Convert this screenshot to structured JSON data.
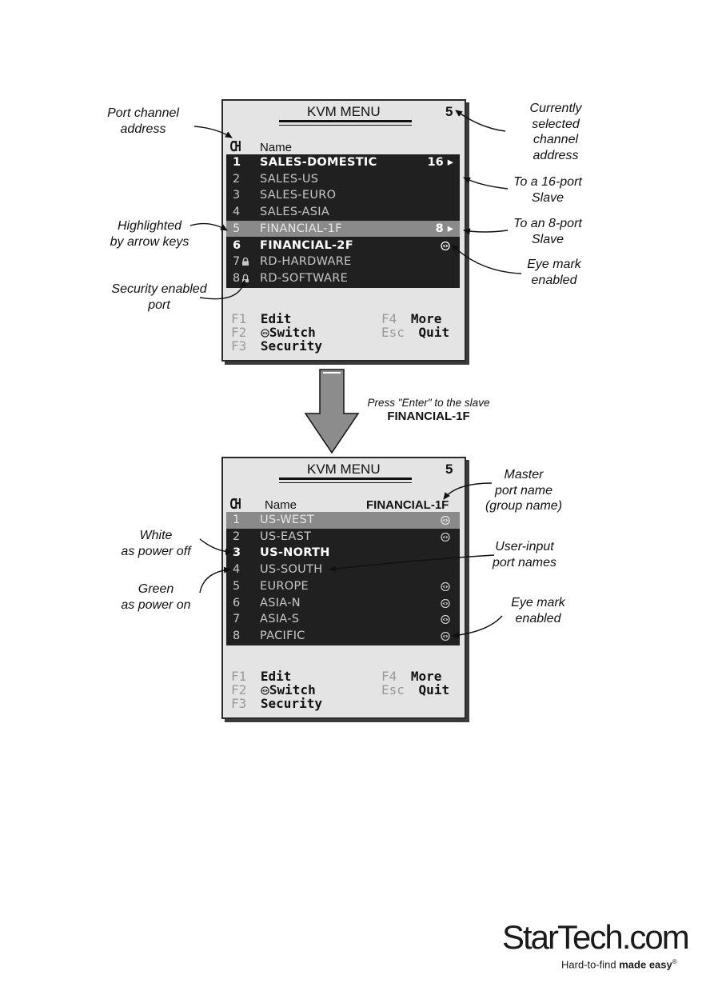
{
  "menu1": {
    "title": "KVM MENU",
    "selected": "5",
    "ch_label": "CH",
    "name_label": "Name",
    "rows": [
      {
        "num": "1",
        "name": "SALES-DOMESTIC",
        "flag": "16 ▸"
      },
      {
        "num": "2",
        "name": "SALES-US"
      },
      {
        "num": "3",
        "name": "SALES-EURO"
      },
      {
        "num": "4",
        "name": "SALES-ASIA"
      },
      {
        "num": "5",
        "name": "FINANCIAL-1F",
        "flag": "8 ▸"
      },
      {
        "num": "6",
        "name": "FINANCIAL-2F"
      },
      {
        "num": "7",
        "name": "RD-HARDWARE"
      },
      {
        "num": "8",
        "name": "RD-SOFTWARE"
      }
    ],
    "fkeys": {
      "f1": "F1",
      "f1_label": "Edit",
      "f2": "F2",
      "f2_label": "Switch",
      "f3": "F3",
      "f3_label": "Security",
      "f4": "F4",
      "f4_label": "More",
      "esc": "Esc",
      "esc_label": "Quit"
    }
  },
  "menu2": {
    "title": "KVM MENU",
    "selected": "5",
    "ch_label": "CH",
    "name_label": "Name",
    "group_name": "FINANCIAL-1F",
    "rows": [
      {
        "num": "1",
        "name": "US-WEST"
      },
      {
        "num": "2",
        "name": "US-EAST"
      },
      {
        "num": "3",
        "name": "US-NORTH"
      },
      {
        "num": "4",
        "name": "US-SOUTH"
      },
      {
        "num": "5",
        "name": "EUROPE"
      },
      {
        "num": "6",
        "name": "ASIA-N"
      },
      {
        "num": "7",
        "name": "ASIA-S"
      },
      {
        "num": "8",
        "name": "PACIFIC"
      }
    ],
    "fkeys": {
      "f1": "F1",
      "f1_label": "Edit",
      "f2": "F2",
      "f2_label": "Switch",
      "f3": "F3",
      "f3_label": "Security",
      "f4": "F4",
      "f4_label": "More",
      "esc": "Esc",
      "esc_label": "Quit"
    }
  },
  "annotations": {
    "port_channel": [
      "Port channel",
      "address"
    ],
    "currently_selected": [
      "Currently",
      "selected",
      "channel",
      "address"
    ],
    "to_16port": [
      "To a 16-port",
      "Slave"
    ],
    "highlighted": [
      "Highlighted",
      "by arrow keys"
    ],
    "to_8port": [
      "To an 8-port",
      "Slave"
    ],
    "eye_mark_1": [
      "Eye mark",
      "enabled"
    ],
    "security": [
      "Security enabled",
      "port"
    ],
    "press_enter": "Press \"Enter\" to the slave",
    "press_target": "FINANCIAL-1F",
    "master_port": [
      "Master",
      "port name",
      "(group name)"
    ],
    "white_off": [
      "White",
      "as power off"
    ],
    "user_input": [
      "User-input",
      "port names"
    ],
    "green_on": [
      "Green",
      "as power on"
    ],
    "eye_mark_2": [
      "Eye mark",
      "enabled"
    ]
  },
  "logo": {
    "brand": "StarTech.com",
    "tagline_plain": "Hard-to-find ",
    "tagline_bold": "made easy",
    "tagline_mark": "®"
  },
  "colors": {
    "panel_bg": "#e4e4e4",
    "list_bg": "#202020",
    "highlight": "#8a8a8a",
    "dim_text": "#c8c8c8",
    "fkey_gray": "#9a9a9a"
  }
}
